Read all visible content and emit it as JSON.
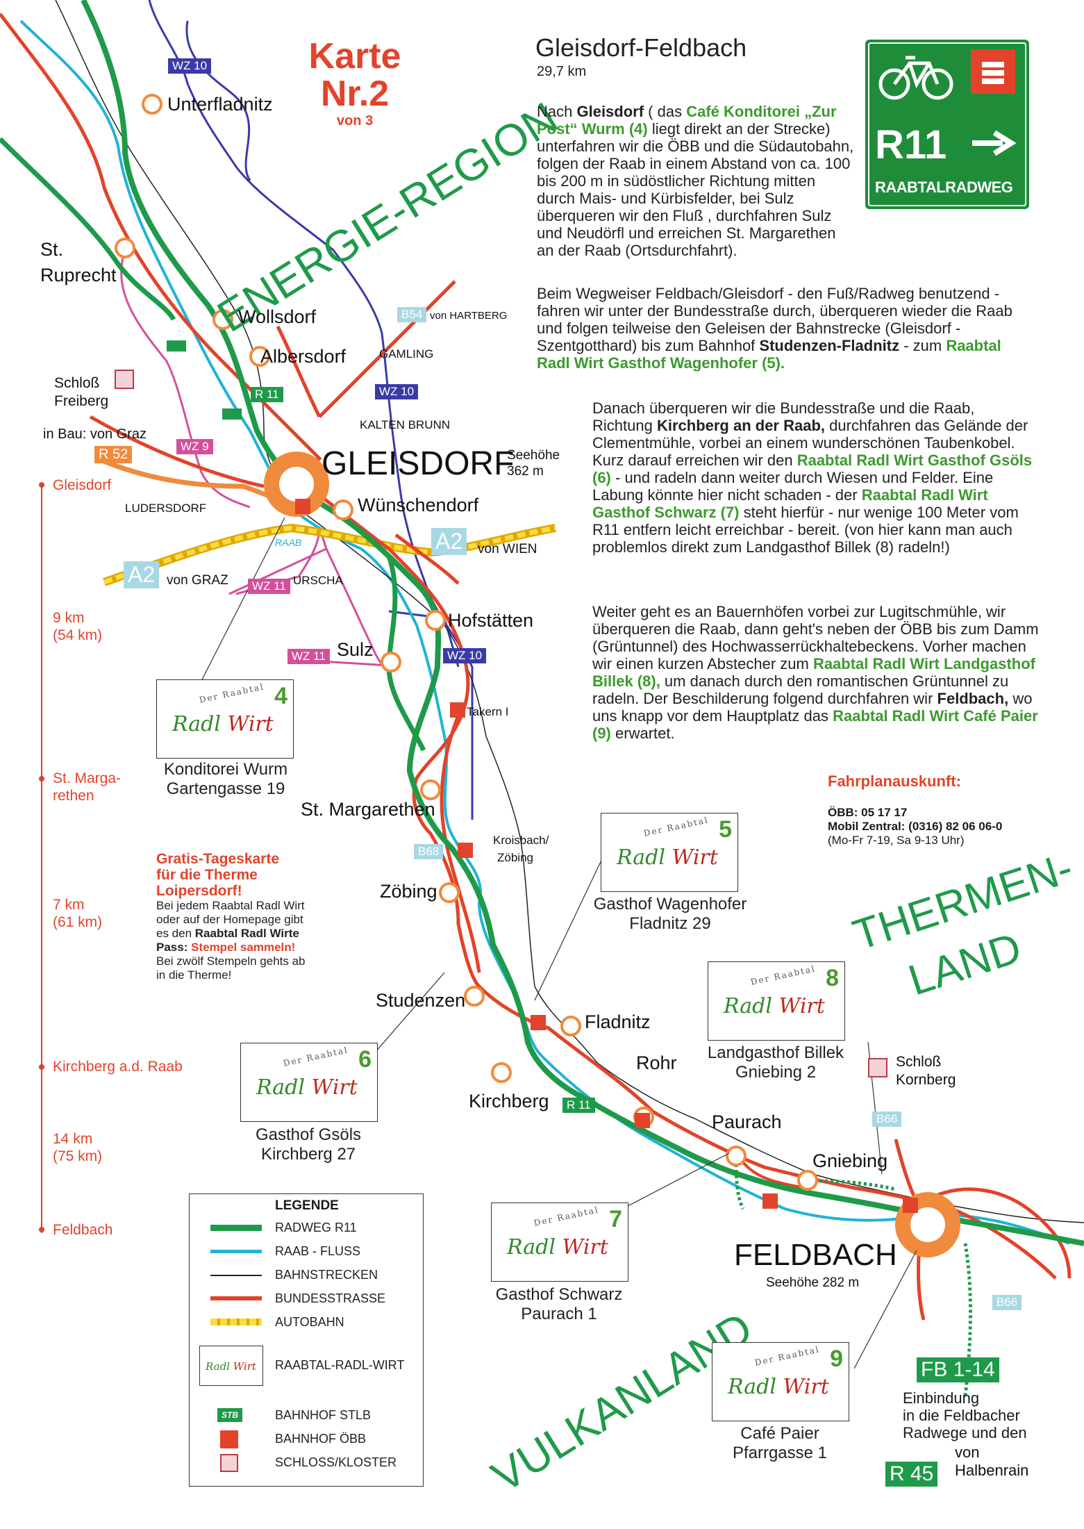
{
  "map_title": {
    "line1": "Karte",
    "line2": "Nr.2",
    "line3": "von 3"
  },
  "route_title": "Gleisdorf-Feldbach",
  "route_length": "29,7 km",
  "sign": {
    "route": "R11",
    "name": "RAABTALRADWEG"
  },
  "regions": {
    "energie": "ENERGIE-REGION",
    "thermen1": "THERMEN-",
    "thermen2": "LAND",
    "vulkan": "VULKANLAND"
  },
  "paragraph1": {
    "t1": "Nach ",
    "t2": "Gleisdorf",
    "t3": " ( das ",
    "t4": "Café Konditorei „Zur Post“ Wurm (4)",
    "t5": " liegt direkt an der Strecke) unterfahren wir die ÖBB und die Südautobahn, folgen der Raab in einem Abstand von ca. 100 bis 200 m in südöstlicher Richtung mitten durch Mais- und Kürbisfelder, bei Sulz überqueren wir den Fluß , durchfahren Sulz und Neudörfl und erreichen St. Margarethen an der Raab (Ortsdurchfahrt)."
  },
  "paragraph2": {
    "t1": "Beim Wegweiser Feldbach/Gleisdorf - den Fuß/Radweg benutzend - fahren wir unter der Bundesstraße durch, überqueren wieder die Raab und folgen teilweise den Geleisen der Bahnstrecke (Gleisdorf - Szentgotthard) bis zum Bahnhof ",
    "t2": "Studenzen-Fladnitz",
    "t3": " - zum ",
    "t4": "Raabtal Radl Wirt Gasthof Wagenhofer (5)."
  },
  "paragraph3": {
    "t1": "Danach überqueren wir die Bundesstraße und die Raab, Richtung ",
    "t2": "Kirchberg an der Raab,",
    "t3": " durchfahren das Gelände der Clementmühle, vorbei an einem wunderschönen Taubenkobel. Kurz darauf erreichen wir den ",
    "t4": "Raabtal Radl Wirt Gasthof Gsöls (6)",
    "t5": " - und radeln dann weiter durch Wiesen und Felder. Eine Labung könnte hier nicht schaden - der ",
    "t6": "Raabtal Radl Wirt Gasthof Schwarz (7)",
    "t7": " steht hierfür - nur wenige 100 Meter vom R11 entfern leicht erreichbar - bereit. (von hier kann man auch problemlos direkt zum Landgasthof Billek (8) radeln!)"
  },
  "paragraph4": {
    "t1": "Weiter geht es an Bauernhöfen vorbei zur Lugitschmühle, wir überqueren die Raab, dann geht's neben der ÖBB bis zum Damm (Grüntunnel) des Hochwasserrückhaltebeckens. Vorher machen wir einen kurzen Abstecher zum ",
    "t2": "Raabtal Radl Wirt Landgasthof Billek (8),",
    "t3": " um danach durch den romantischen Grüntunnel zu radeln. Der Beschilderung folgend durchfahren wir ",
    "t4": "Feldbach,",
    "t5": " wo uns knapp vor dem Hauptplatz das ",
    "t6": "Raabtal Radl Wirt Café Paier (9)",
    "t7": " erwartet."
  },
  "fahrplan": {
    "title": "Fahrplanauskunft:",
    "oebb": "ÖBB: 05 17 17",
    "mobil": "Mobil Zentral: (0316) 82 06 06-0",
    "hours": "(Mo-Fr 7-19, Sa 9-13 Uhr)"
  },
  "gratis": {
    "title1": "Gratis-Tageskarte",
    "title2": "für die Therme",
    "title3": "Loipersdorf!",
    "t1": "Bei jedem Raabtal Radl Wirt oder auf der Homepage gibt es den ",
    "t2": "Raabtal Radl Wirte Pass:",
    "t3": " ",
    "t4": "Stempel sammeln!",
    "t5": " Bei zwölf Stempeln gehts ab in die Therme!"
  },
  "places": {
    "unterfladnitz": "Unterfladnitz",
    "st": "St.",
    "ruprecht": "Ruprecht",
    "wollsdorf": "Wollsdorf",
    "albersdorf": "Albersdorf",
    "gleisdorf": "GLEISDORF",
    "seehoehe_g": "Seehöhe",
    "seehoehe_g2": "362 m",
    "wuenschendorf": "Wünschendorf",
    "hofstaetten": "Hofstätten",
    "sulz": "Sulz",
    "stmargarethen": "St. Margarethen",
    "zoebing": "Zöbing",
    "studenzen": "Studenzen",
    "fladnitz": "Fladnitz",
    "rohr": "Rohr",
    "kirchberg": "Kirchberg",
    "paurach": "Paurach",
    "gniebing": "Gniebing",
    "feldbach": "FELDBACH",
    "seehoehe_f": "Seehöhe 282 m",
    "schloss_freiberg1": "Schloß",
    "schloss_freiberg2": "Freiberg",
    "schloss_kornberg1": "Schloß",
    "schloss_kornberg2": "Kornberg",
    "inbau": "in Bau: von Graz",
    "ludersdorf": "LUDERSDORF",
    "urscha": "URSCHA",
    "gamling": "GAMLING",
    "kaltenbrunn": "KALTEN BRUNN",
    "raab": "RAAB",
    "takern": "Takern I",
    "kroisbach1": "Kroisbach/",
    "kroisbach2": "Zöbing",
    "vongraz": "von GRAZ",
    "vonwien": "von WIEN",
    "vonhartberg": "von HARTBERG"
  },
  "road_tags": {
    "wz10a": "WZ 10",
    "wz10b": "WZ 10",
    "wz10c": "WZ 10",
    "b54": "B54",
    "r52": "R 52",
    "wz9": "WZ 9",
    "wz11a": "WZ 11",
    "wz11b": "WZ 11",
    "a2a": "A2",
    "a2b": "A2",
    "r11a": "R 11",
    "r11b": "R 11",
    "b68": "B68",
    "b66a": "B66",
    "b66b": "B66",
    "fb": "FB 1-14",
    "r45": "R 45"
  },
  "einbindung": {
    "l1": "Einbindung",
    "l2": "in die Feldbacher",
    "l3": "Radwege und den",
    "von": "von",
    "halbenrain": "Halbenrain"
  },
  "km_scale": [
    {
      "l1": "Gleisdorf",
      "l2": ""
    },
    {
      "l1": "9 km",
      "l2": "(54 km)"
    },
    {
      "l1": "St. Marga-",
      "l2": "rethen"
    },
    {
      "l1": "7 km",
      "l2": "(61 km)"
    },
    {
      "l1": "Kirchberg a.d. Raab",
      "l2": ""
    },
    {
      "l1": "14 km",
      "l2": "(75 km)"
    },
    {
      "l1": "Feldbach",
      "l2": ""
    }
  ],
  "wirte": [
    {
      "num": "4",
      "l1": "Konditorei Wurm",
      "l2": "Gartengasse 19"
    },
    {
      "num": "5",
      "l1": "Gasthof Wagenhofer",
      "l2": "Fladnitz 29"
    },
    {
      "num": "6",
      "l1": "Gasthof Gsöls",
      "l2": "Kirchberg 27"
    },
    {
      "num": "7",
      "l1": "Gasthof Schwarz",
      "l2": "Paurach 1"
    },
    {
      "num": "8",
      "l1": "Landgasthof Billek",
      "l2": "Gniebing 2"
    },
    {
      "num": "9",
      "l1": "Café Paier",
      "l2": "Pfarrgasse 1"
    }
  ],
  "wirt_logo": {
    "der": "Der Raabtal",
    "radl": "Radl",
    "wirt": "Wirt"
  },
  "legend": {
    "title": "LEGENDE",
    "items": [
      "RADWEG R11",
      "RAAB - FLUSS",
      "BAHNSTRECKEN",
      "BUNDESSTRASSE",
      "AUTOBAHN",
      "RAABTAL-RADL-WIRT",
      "BAHNHOF STLB",
      "BAHNHOF ÖBB",
      "SCHLOSS/KLOSTER"
    ],
    "stlb": "STB"
  },
  "colors": {
    "radweg": "#1f9a4a",
    "raab": "#1fb3d6",
    "bahn": "#222222",
    "strasse": "#e2432a",
    "autobahn": "#f2c318",
    "orange": "#f08a3c",
    "wz": "#3a3aa8",
    "pink": "#d44f9b",
    "lightblue": "#a8d8e4"
  }
}
